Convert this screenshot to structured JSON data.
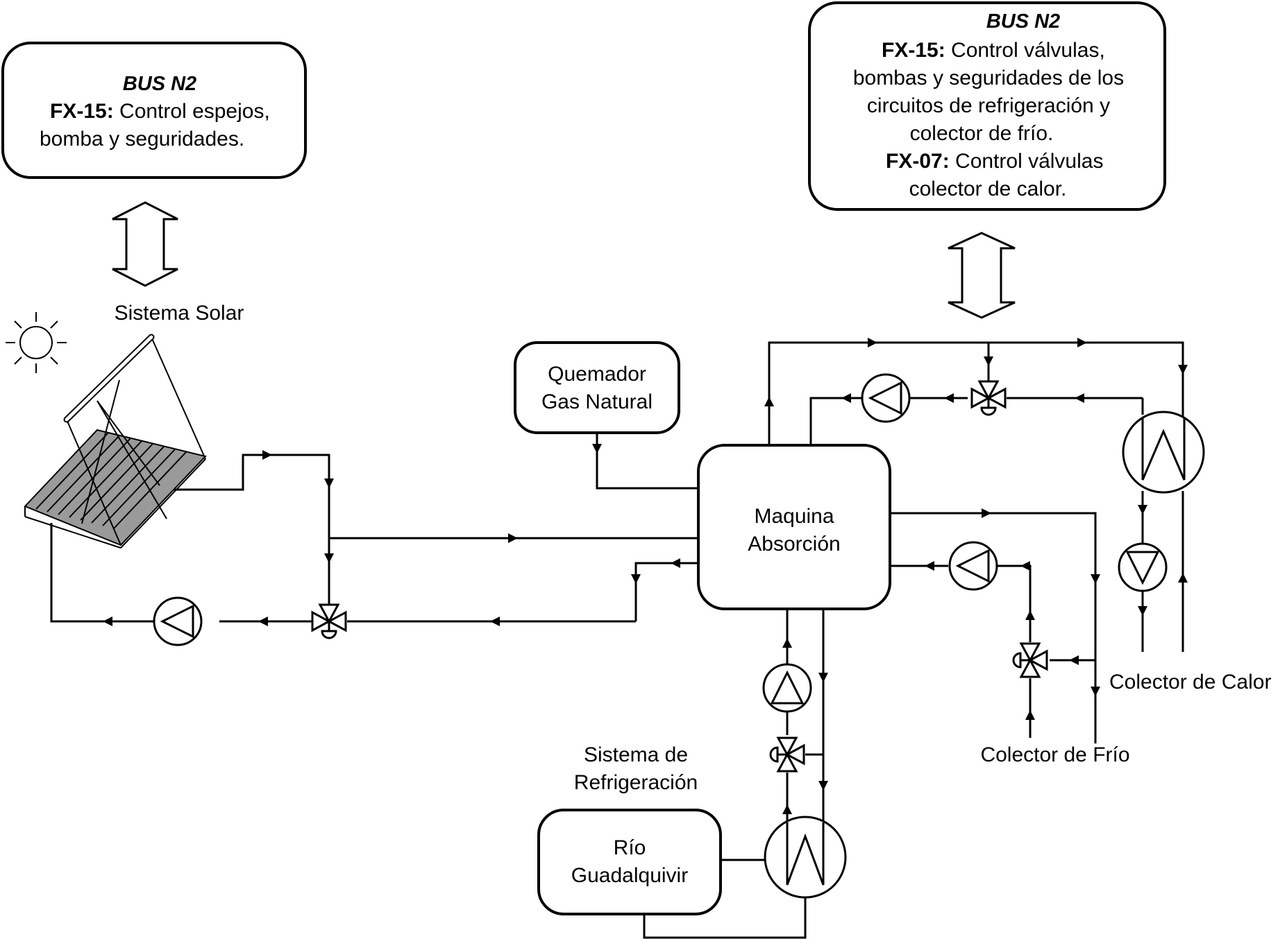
{
  "bus_left": {
    "title": "BUS N2",
    "fx15_code": "FX-15:",
    "fx15_text_1": " Control espejos,",
    "fx15_text_2": "bomba y seguridades."
  },
  "bus_right": {
    "title": "BUS N2",
    "fx15_code": "FX-15:",
    "fx15_text_1": " Control válvulas,",
    "fx15_text_2": "bombas y seguridades de los",
    "fx15_text_3": "circuitos de refrigeración y",
    "fx15_text_4": "colector de frío.",
    "fx07_code": "FX-07:",
    "fx07_text_1": " Control válvulas",
    "fx07_text_2": "colector de calor."
  },
  "labels": {
    "solar": "Sistema Solar",
    "burner_1": "Quemador",
    "burner_2": "Gas Natural",
    "machine_1": "Maquina",
    "machine_2": "Absorción",
    "refrig_1": "Sistema de",
    "refrig_2": "Refrigeración",
    "river_1": "Río",
    "river_2": "Guadalquivir",
    "cold": "Colector de Frío",
    "heat": "Colector de Calor"
  },
  "icons": [
    "sun-icon",
    "solar-collector-icon",
    "pump-icon",
    "three-way-valve-icon",
    "heat-exchanger-icon",
    "bidirectional-arrow-icon"
  ]
}
